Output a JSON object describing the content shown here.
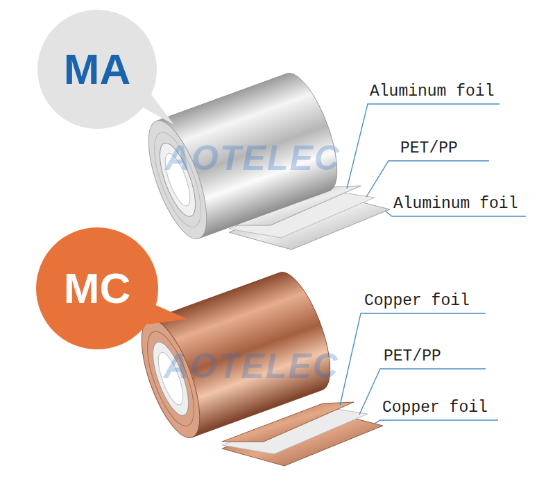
{
  "diagram": {
    "nodes": [
      {
        "text": [
          "MA"
        ]
      },
      {
        "text": [
          "MC"
        ]
      }
    ],
    "labels": [
      "Aluminum foil",
      "PET/PP",
      "Aluminum foil",
      "Copper foil",
      "PET/PP",
      "Copper foil",
      "AOTELEC",
      "AOTELEC"
    ]
  }
}
